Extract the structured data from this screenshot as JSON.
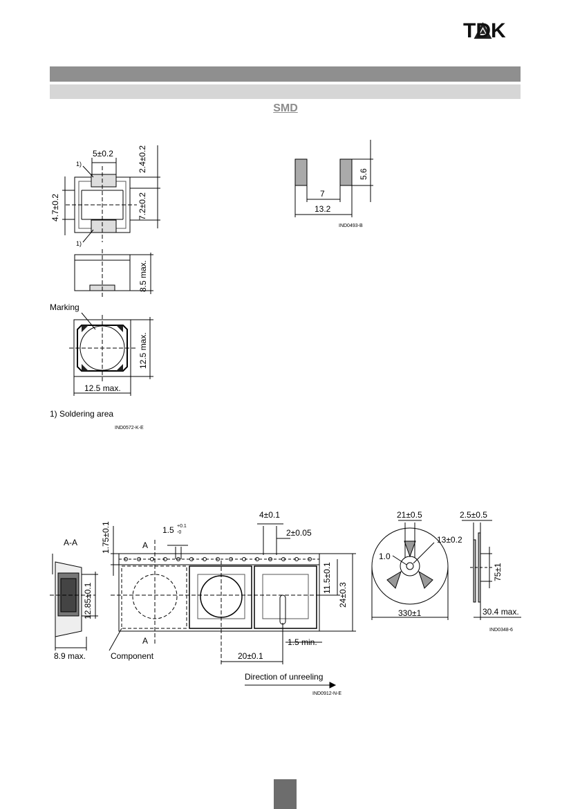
{
  "header": {
    "brand": "TDK",
    "logo_icon": "tdk-triangle-logo-icon"
  },
  "section": {
    "title": "SMD"
  },
  "dimension_drawing": {
    "labels": {
      "width_top": "5±0.2",
      "pad_height": "2.4±0.2",
      "side_height": "4.7±0.2",
      "inner": "7.2±0.2",
      "height_max": "8.5 max.",
      "marking": "Marking",
      "body_side": "12.5 max.",
      "body_bottom": "12.5 max.",
      "note_marker_top": "1)",
      "note_marker_bottom": "1)",
      "footnote": "1) Soldering area",
      "code": "IND0572-K-E"
    }
  },
  "land_pattern": {
    "labels": {
      "height": "5.6",
      "gap": "7",
      "total": "13.2",
      "code": "IND0493-B"
    }
  },
  "tape": {
    "labels": {
      "section": "A-A",
      "top_dim": "1.75±0.1",
      "hole": "1.5",
      "hole_tol_plus": "+0.1",
      "hole_tol_minus": "-0",
      "pitch_holes": "4±0.1",
      "hole_offset": "2±0.05",
      "width_inner": "11.5±0.1",
      "width_total": "24±0.3",
      "depth": "12.85±0.1",
      "thickness": "8.9 max.",
      "component": "Component",
      "min_gap": "1.5 min.",
      "pitch": "20±0.1",
      "direction": "Direction of unreeling",
      "section_marker_top": "A",
      "section_marker_bottom": "A",
      "code": "IND0912-N-E"
    }
  },
  "reel": {
    "labels": {
      "hub": "21±0.5",
      "center_hole": "13±0.2",
      "key": "1.0",
      "diameter": "330±1",
      "flange": "2.5±0.5",
      "hub_dia": "75±1",
      "width": "30.4 max.",
      "code": "IND0348-6"
    }
  }
}
